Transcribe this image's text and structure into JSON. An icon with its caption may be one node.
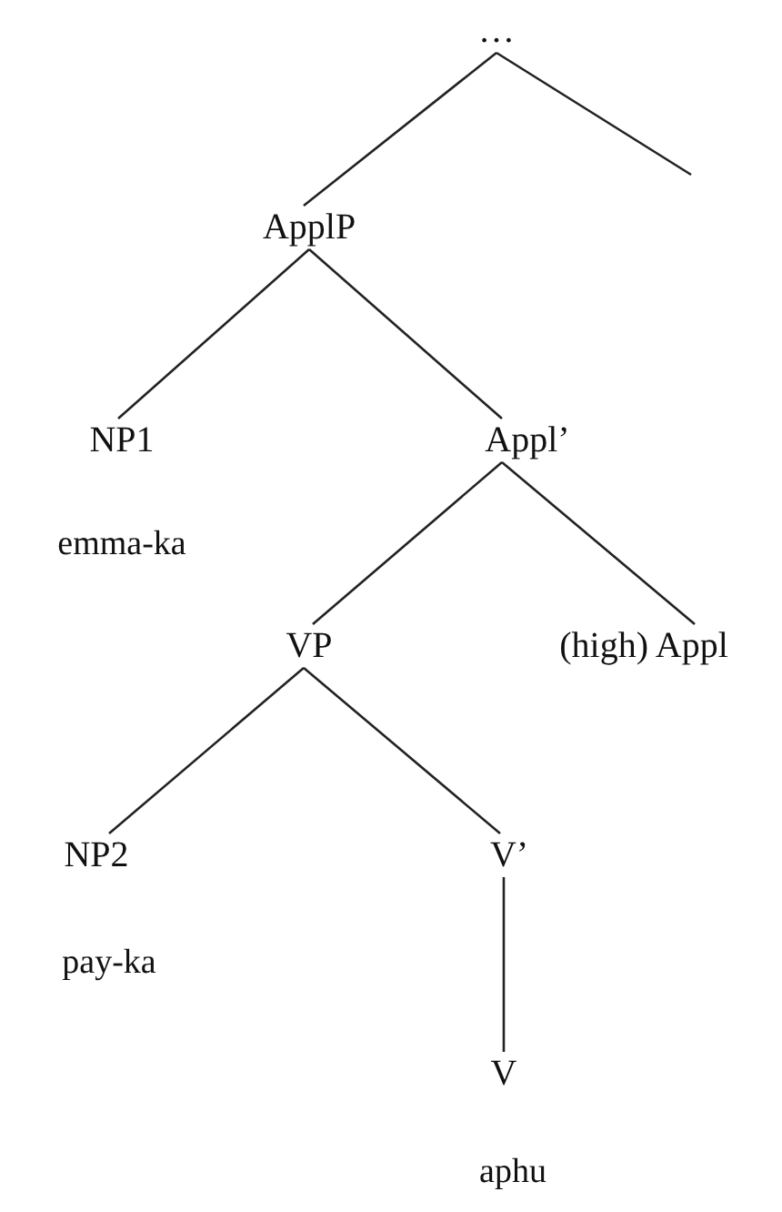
{
  "diagram": {
    "nodes": [
      {
        "text": [
          "…"
        ]
      },
      {
        "text": [
          "ApplP"
        ]
      },
      {
        "text": [
          "NP1"
        ],
        "beside": [
          "emma-ka"
        ]
      },
      {
        "text": [
          "Appl’"
        ]
      },
      {
        "text": [
          "VP"
        ]
      },
      {
        "text": [
          "(high) Appl"
        ]
      },
      {
        "text": [
          "NP2"
        ],
        "beside": [
          "pay-ka"
        ]
      },
      {
        "text": [
          "V’"
        ]
      },
      {
        "text": [
          "V"
        ],
        "beside": [
          "aphu"
        ]
      }
    ],
    "edges": [
      {
        "from": 0,
        "to": 1,
        "arrow": "none"
      },
      {
        "from": 0,
        "to": null,
        "arrow": "none"
      },
      {
        "from": 1,
        "to": 2,
        "arrow": "none"
      },
      {
        "from": 1,
        "to": 3,
        "arrow": "none"
      },
      {
        "from": 3,
        "to": 4,
        "arrow": "none"
      },
      {
        "from": 3,
        "to": 5,
        "arrow": "none"
      },
      {
        "from": 4,
        "to": 6,
        "arrow": "none"
      },
      {
        "from": 4,
        "to": 7,
        "arrow": "none"
      },
      {
        "from": 7,
        "to": 8,
        "arrow": "none"
      }
    ]
  }
}
